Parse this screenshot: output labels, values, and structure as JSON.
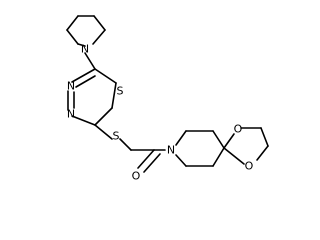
{
  "diagram": {
    "type": "chemical-structure",
    "atoms": {
      "n_pyrrolidine": "N",
      "s_thiadiazole": "S",
      "n_thiadiazole_1": "N",
      "n_thiadiazole_2": "N",
      "s_thioether": "S",
      "o_carbonyl": "O",
      "n_amide": "N",
      "o_dioxolane_1": "O",
      "o_dioxolane_2": "O"
    },
    "colors": {
      "bond": "#000000",
      "label": "#000000",
      "background": "#ffffff"
    }
  }
}
